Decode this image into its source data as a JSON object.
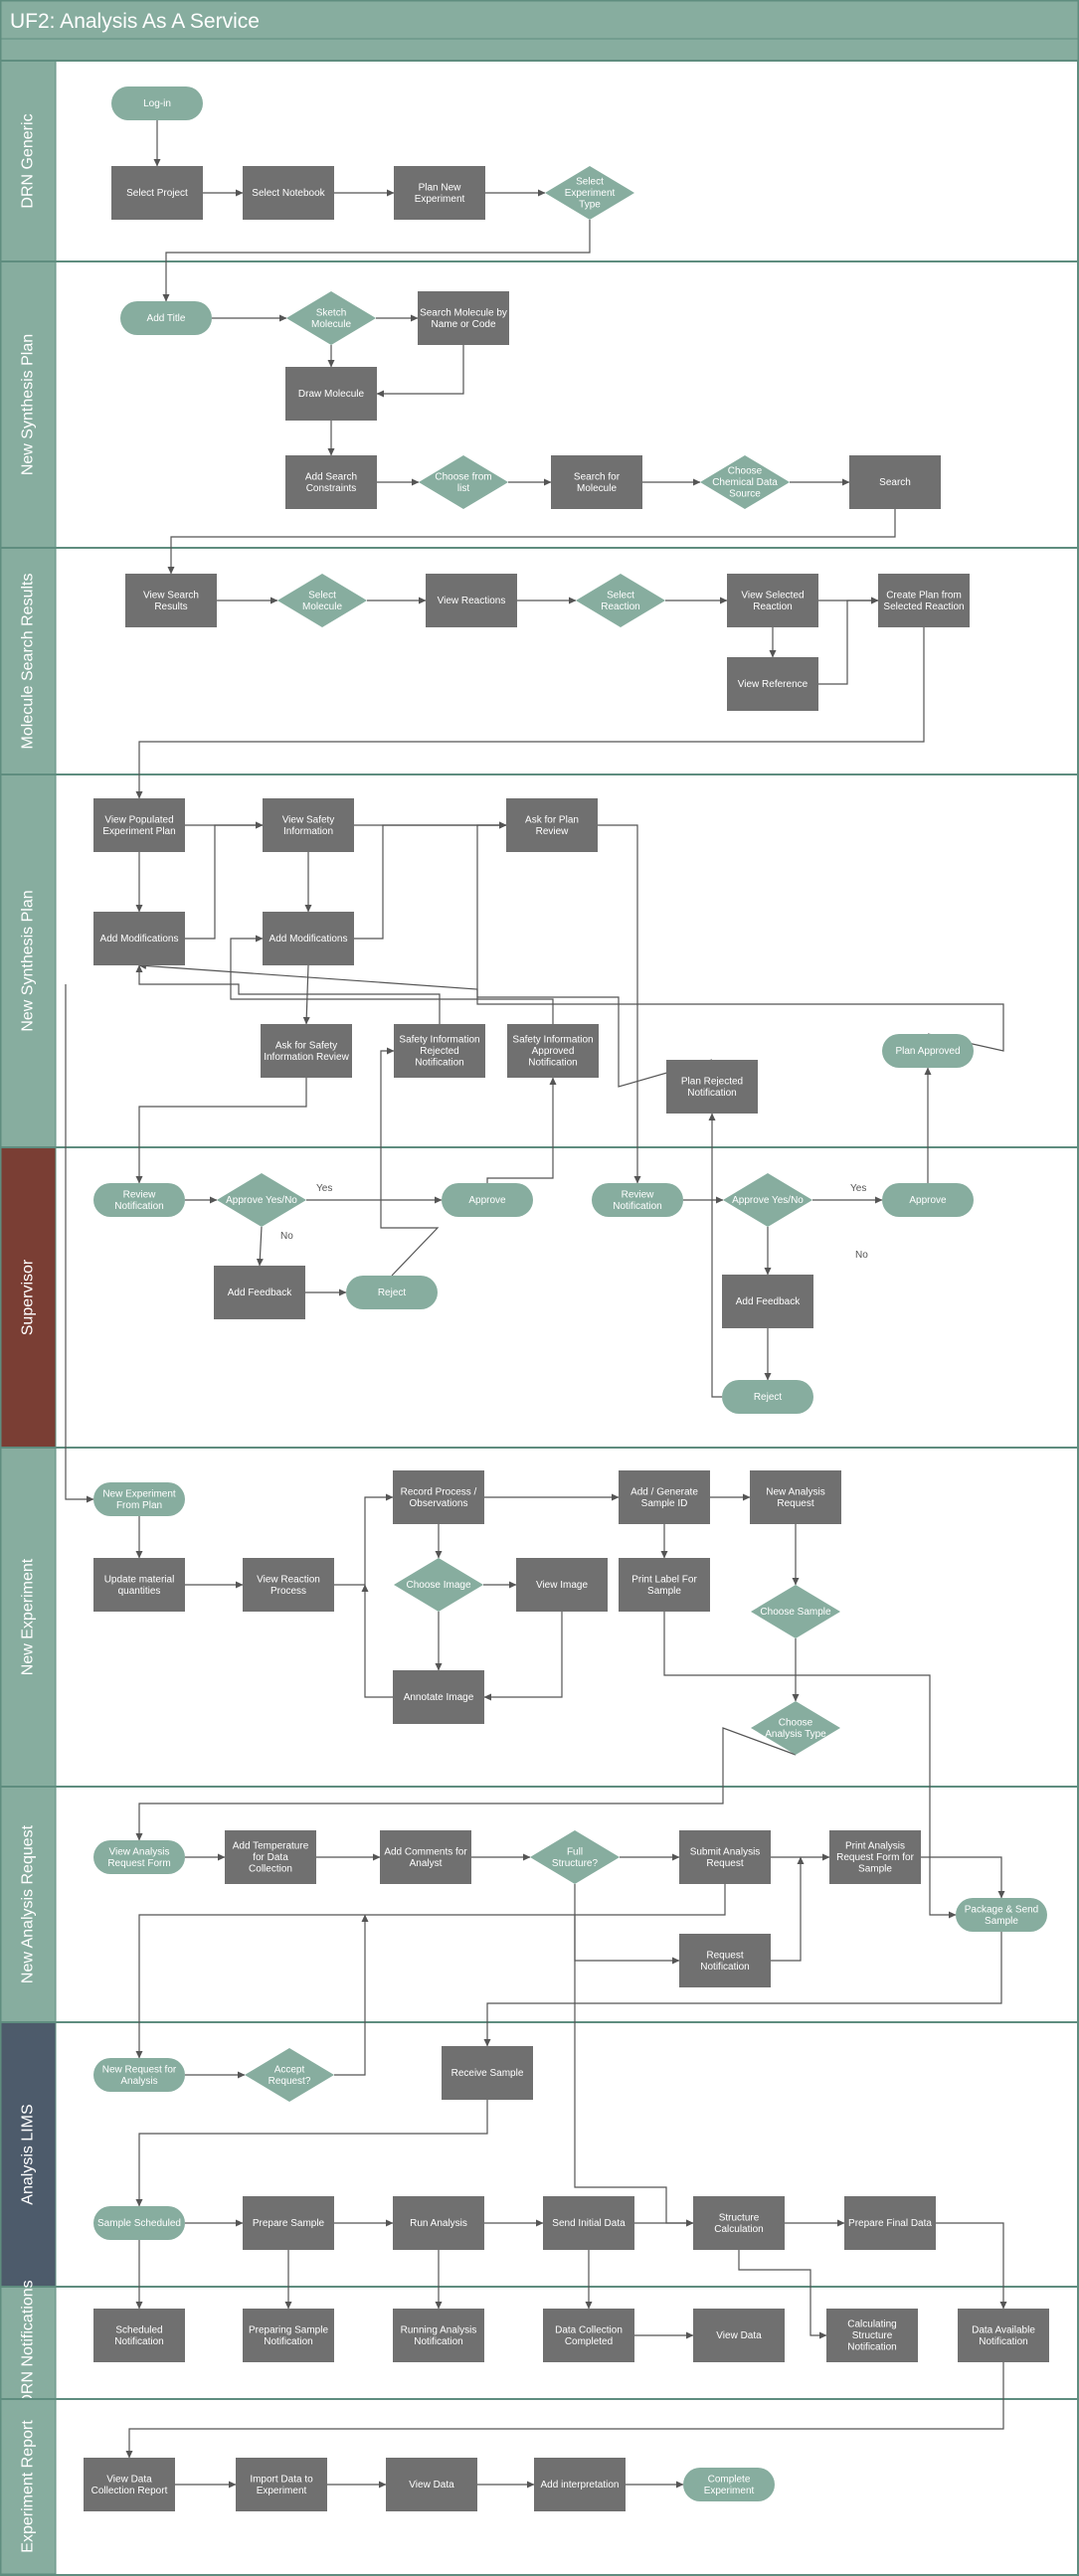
{
  "title": "UF2: Analysis As A Service",
  "colors": {
    "header": "#87ad9f",
    "frame": "#5f8d7f",
    "lane_default": "#87ad9f",
    "lane_supervisor": "#7a3e34",
    "lane_lims": "#4d5b6b",
    "process": "#707070",
    "teal": "#87ad9f",
    "connector": "#555555"
  },
  "lanes": [
    {
      "id": "drn-generic",
      "label": "DRN Generic"
    },
    {
      "id": "new-synthesis-plan-1",
      "label": "New Synthesis Plan"
    },
    {
      "id": "molecule-search-results",
      "label": "Molecule Search Results"
    },
    {
      "id": "new-synthesis-plan-2",
      "label": "New Synthesis Plan"
    },
    {
      "id": "supervisor",
      "label": "Supervisor"
    },
    {
      "id": "new-experiment",
      "label": "New Experiment"
    },
    {
      "id": "new-analysis-request",
      "label": "New Analysis Request"
    },
    {
      "id": "analysis-lims",
      "label": "Analysis LIMS"
    },
    {
      "id": "drn-notifications",
      "label": "DRN Notifications"
    },
    {
      "id": "experiment-report",
      "label": "Experiment Report"
    }
  ],
  "nodes": {
    "log_in": "Log-in",
    "select_project": "Select Project",
    "select_notebook": "Select Notebook",
    "plan_new_experiment": "Plan New Experiment",
    "select_experiment_type": "Select Experiment Type",
    "add_title": "Add Title",
    "sketch_molecule": "Sketch Molecule",
    "search_molecule_name": "Search Molecule by Name or Code",
    "draw_molecule": "Draw Molecule",
    "add_search_constraints": "Add Search Constraints",
    "choose_from_list": "Choose from list",
    "search_for_molecule": "Search for Molecule",
    "choose_chemical_source": "Choose Chemical Data Source",
    "search": "Search",
    "view_search_results": "View Search Results",
    "select_molecule": "Select Molecule",
    "view_reactions": "View Reactions",
    "select_reaction": "Select Reaction",
    "view_selected_reaction": "View Selected Reaction",
    "create_plan": "Create Plan from Selected Reaction",
    "view_reference": "View Reference",
    "view_populated_plan": "View Populated Experiment Plan",
    "view_safety_info": "View Safety Information",
    "ask_plan_review": "Ask for Plan Review",
    "add_modifications_1": "Add Modifications",
    "add_modifications_2": "Add Modifications",
    "ask_safety_review": "Ask for Safety Information Review",
    "safety_rejected": "Safety Information Rejected Notification",
    "safety_approved": "Safety Information Approved Notification",
    "plan_rejected": "Plan Rejected Notification",
    "plan_approved": "Plan Approved",
    "review_notification_1": "Review Notification",
    "approve_yes_no_1": "Approve Yes/No",
    "approve_1": "Approve",
    "add_feedback_1": "Add Feedback",
    "reject_1": "Reject",
    "review_notification_2": "Review Notification",
    "approve_yes_no_2": "Approve Yes/No",
    "approve_2": "Approve",
    "add_feedback_2": "Add Feedback",
    "reject_2": "Reject",
    "new_exp_from_plan": "New Experiment From Plan",
    "update_material": "Update material quantities",
    "view_reaction_process": "View Reaction Process",
    "record_process": "Record Process / Observations",
    "choose_image": "Choose Image",
    "view_image": "View Image",
    "annotate_image": "Annotate Image",
    "add_generate_sample": "Add / Generate Sample ID",
    "print_label": "Print Label For Sample",
    "new_analysis_request": "New Analysis Request",
    "choose_sample": "Choose Sample",
    "choose_analysis_type": "Choose Analysis Type",
    "view_analysis_form": "View Analysis Request Form",
    "add_temperature": "Add Temperature for Data Collection",
    "add_comments": "Add Comments for Analyst",
    "full_structure": "Full Structure?",
    "submit_analysis": "Submit Analysis Request",
    "print_analysis_form": "Print Analysis Request Form for Sample",
    "package_send": "Package & Send Sample",
    "request_notification": "Request Notification",
    "new_request_analysis": "New Request for Analysis",
    "accept_request": "Accept Request?",
    "receive_sample": "Receive Sample",
    "sample_scheduled": "Sample Scheduled",
    "prepare_sample": "Prepare Sample",
    "run_analysis": "Run Analysis",
    "send_initial_data": "Send Initial Data",
    "structure_calc": "Structure Calculation",
    "prepare_final_data": "Prepare Final Data",
    "scheduled_notif": "Scheduled Notification",
    "preparing_sample_notif": "Preparing Sample Notification",
    "running_analysis_notif": "Running Analysis Notification",
    "data_collection_completed": "Data Collection Completed",
    "view_data_1": "View Data",
    "calculating_structure_notif": "Calculating Structure Notification",
    "data_available_notif": "Data Available Notification",
    "view_data_collection_report": "View Data Collection Report",
    "import_data": "Import Data to Experiment",
    "view_data_2": "View Data",
    "add_interpretation": "Add interpretation",
    "complete_experiment": "Complete Experiment"
  },
  "edge_labels": {
    "yes_1": "Yes",
    "no_1": "No",
    "yes_2": "Yes",
    "no_2": "No"
  }
}
